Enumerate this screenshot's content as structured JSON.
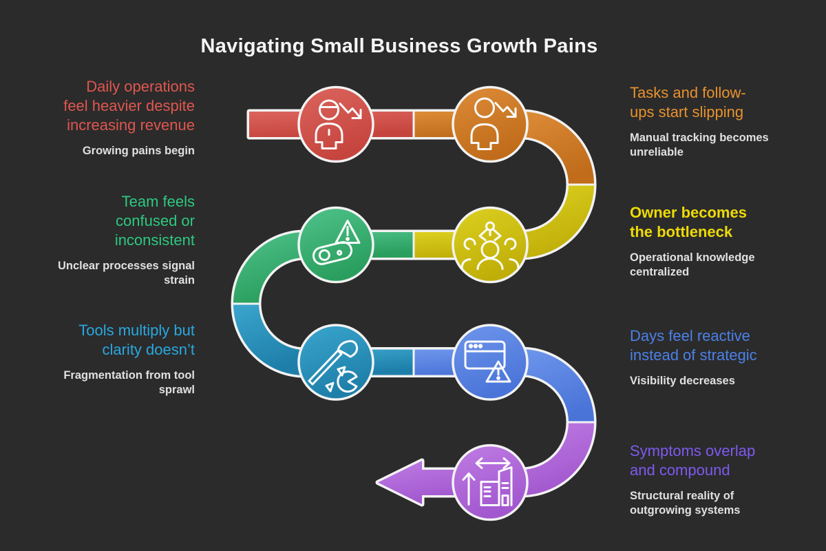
{
  "title": "Navigating Small Business Growth Pains",
  "colors": {
    "background": "#2b2b2b",
    "title": "#f5f5f5",
    "subtitle": "#e0e0e0",
    "outline": "#f2f2f2",
    "icon": "#fbfbfb"
  },
  "stages": [
    {
      "name": "daily-operations",
      "side": "left",
      "heading": "Daily operations\nfeel heavier despite\nincreasing revenue",
      "subheading": "Growing pains begin",
      "icon": "person-decline-icon",
      "text_color": "#e0564f",
      "heading_weight": "500",
      "color_light": "#db655d",
      "color_dark": "#c6443e"
    },
    {
      "name": "tasks-slipping",
      "side": "right",
      "heading": "Tasks and follow-\nups start slipping",
      "subheading": "Manual tracking becomes\nunreliable",
      "icon": "person-decline-icon",
      "text_color": "#e8922c",
      "heading_weight": "500",
      "color_light": "#dd8c38",
      "color_dark": "#c06c1a"
    },
    {
      "name": "owner-bottleneck",
      "side": "right",
      "heading": "Owner becomes\nthe bottleneck",
      "subheading": "Operational knowledge\ncentralized",
      "icon": "claw-team-icon",
      "text_color": "#eeda07",
      "heading_weight": "700",
      "color_light": "#ddd020",
      "color_dark": "#bfae08"
    },
    {
      "name": "team-confusion",
      "side": "left",
      "heading": "Team feels\nconfused or\ninconsistent",
      "subheading": "Unclear processes signal\nstrain",
      "icon": "warning-parts-icon",
      "text_color": "#2dc981",
      "heading_weight": "500",
      "color_light": "#4fc38b",
      "color_dark": "#2a9e5d"
    },
    {
      "name": "tool-sprawl",
      "side": "left",
      "heading": "Tools multiply but\nclarity doesn’t",
      "subheading": "Fragmentation from tool\nsprawl",
      "icon": "axe-fragments-icon",
      "text_color": "#29a8e0",
      "heading_weight": "500",
      "color_light": "#3ba6cd",
      "color_dark": "#1d7fa9"
    },
    {
      "name": "reactive-days",
      "side": "right",
      "heading": "Days feel reactive\ninstead of strategic",
      "subheading": "Visibility decreases",
      "icon": "browser-warning-icon",
      "text_color": "#4c80e8",
      "heading_weight": "500",
      "color_light": "#6e96ec",
      "color_dark": "#4a74d8"
    },
    {
      "name": "symptoms-compound",
      "side": "right",
      "heading": "Symptoms overlap\nand compound",
      "subheading": "Structural reality of\noutgrowing systems",
      "icon": "buildings-growth-icon",
      "text_color": "#7d5af0",
      "heading_weight": "500",
      "color_light": "#bf7ce4",
      "color_dark": "#a257ce"
    }
  ]
}
